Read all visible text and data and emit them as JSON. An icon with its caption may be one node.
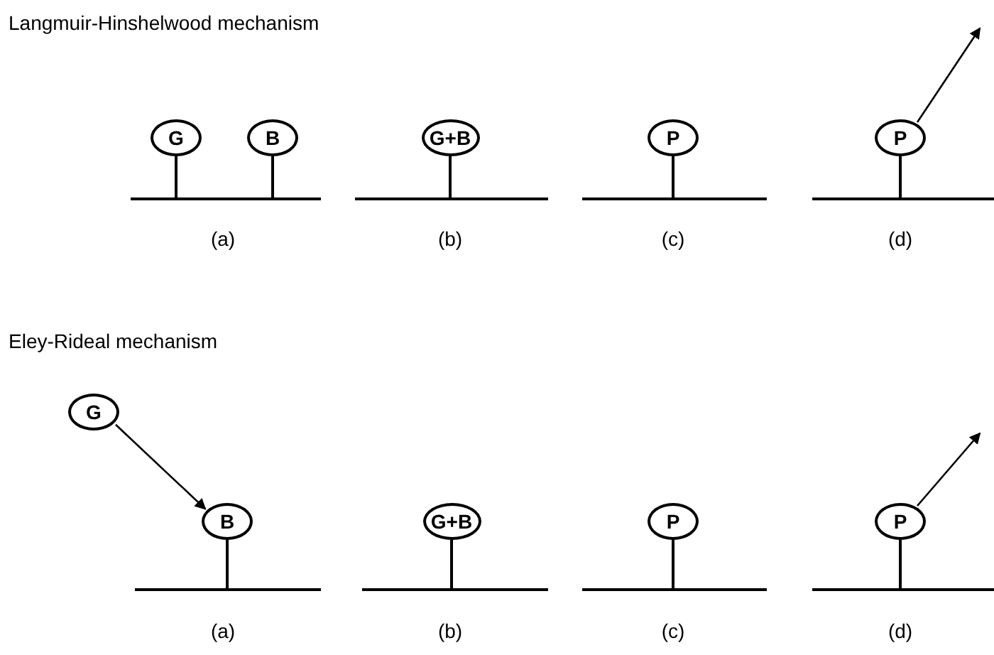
{
  "diagram": {
    "nodes": [
      {
        "text": [
          "G"
        ]
      },
      {
        "text": [
          "B"
        ]
      },
      {
        "text": [
          "G+B"
        ]
      },
      {
        "text": [
          "P"
        ]
      },
      {
        "text": [
          "P"
        ]
      },
      {
        "text": [
          "G"
        ]
      },
      {
        "text": [
          "B"
        ]
      },
      {
        "text": [
          "G+B"
        ]
      },
      {
        "text": [
          "P"
        ]
      },
      {
        "text": [
          "P"
        ]
      },
      {
        "text": [],
        "shape": "bar"
      },
      {
        "text": [],
        "shape": "bar"
      },
      {
        "text": [],
        "shape": "bar"
      },
      {
        "text": [],
        "shape": "bar"
      },
      {
        "text": [],
        "shape": "bar"
      },
      {
        "text": [],
        "shape": "bar"
      },
      {
        "text": [],
        "shape": "bar"
      },
      {
        "text": [],
        "shape": "bar"
      }
    ],
    "edges": [
      {
        "from": 4,
        "to": null,
        "arrow": "to"
      },
      {
        "from": 5,
        "to": 6,
        "arrow": "to"
      },
      {
        "from": 9,
        "to": null,
        "arrow": "to"
      },
      {
        "from": 0,
        "to": 10,
        "arrow": "none"
      },
      {
        "from": 1,
        "to": 10,
        "arrow": "none"
      },
      {
        "from": 2,
        "to": 11,
        "arrow": "none"
      },
      {
        "from": 3,
        "to": 12,
        "arrow": "none"
      },
      {
        "from": 4,
        "to": 13,
        "arrow": "none"
      },
      {
        "from": 6,
        "to": 14,
        "arrow": "none"
      },
      {
        "from": 7,
        "to": 15,
        "arrow": "none"
      },
      {
        "from": 8,
        "to": 16,
        "arrow": "none"
      },
      {
        "from": 9,
        "to": 17,
        "arrow": "none"
      }
    ],
    "labels": [
      "Langmuir-Hinshelwood mechanism",
      "(a)",
      "(b)",
      "(c)",
      "(d)",
      "Eley-Rideal mechanism",
      "(a)",
      "(b)",
      "(c)",
      "(d)"
    ]
  }
}
